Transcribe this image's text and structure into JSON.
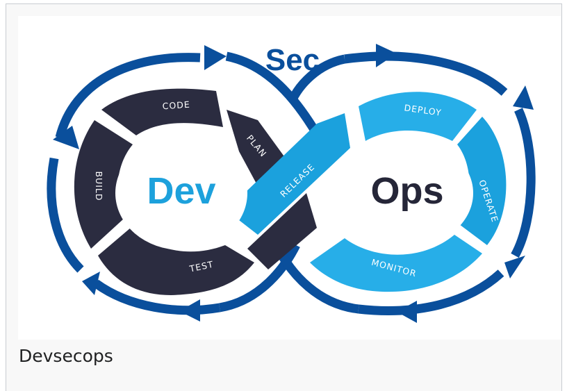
{
  "diagram": {
    "title": "Sec",
    "left_center": "Dev",
    "right_center": "Ops",
    "stages": {
      "code": "CODE",
      "plan": "PLAN",
      "build": "BUILD",
      "test": "TEST",
      "release": "RELEASE",
      "deploy": "DEPLOY",
      "operate": "OPERATE",
      "monitor": "MONITOR"
    },
    "colors": {
      "outer_ring": "#0a4f9c",
      "dev_loop": "#2b2c40",
      "ops_loop": "#1ba1dd",
      "ops_loop_light": "#2bb2ec",
      "dev_text": "#1da1dc",
      "ops_text": "#252638",
      "sec_text": "#0a4f9c"
    }
  },
  "caption": "Devsecops"
}
